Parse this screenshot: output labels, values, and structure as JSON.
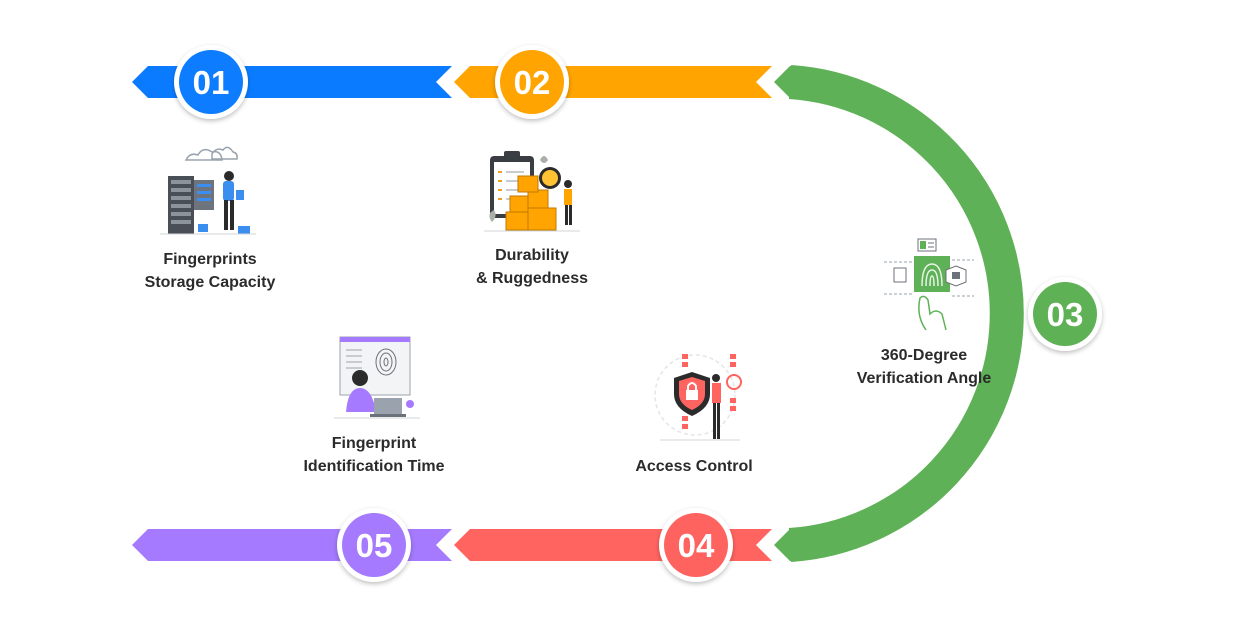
{
  "colors": {
    "blue": "#0a7bff",
    "orange": "#ffa400",
    "green": "#5fb157",
    "red": "#ff6460",
    "purple": "#a57afe",
    "text": "#2b2b2b"
  },
  "steps": [
    {
      "number": "01",
      "color": "#0a7bff",
      "label_line1": "Fingerprints",
      "label_line2": "Storage Capacity",
      "icon": "server-storage-icon"
    },
    {
      "number": "02",
      "color": "#ffa400",
      "label_line1": "Durability",
      "label_line2": "& Ruggedness",
      "icon": "quality-boxes-icon"
    },
    {
      "number": "03",
      "color": "#5fb157",
      "label_line1": "360-Degree",
      "label_line2": "Verification Angle",
      "icon": "fingerprint-scan-icon"
    },
    {
      "number": "04",
      "color": "#ff6460",
      "label_line1": "Access Control",
      "label_line2": "",
      "icon": "security-shield-icon"
    },
    {
      "number": "05",
      "color": "#a57afe",
      "label_line1": "Fingerprint",
      "label_line2": "Identification Time",
      "icon": "fingerprint-laptop-icon"
    }
  ]
}
